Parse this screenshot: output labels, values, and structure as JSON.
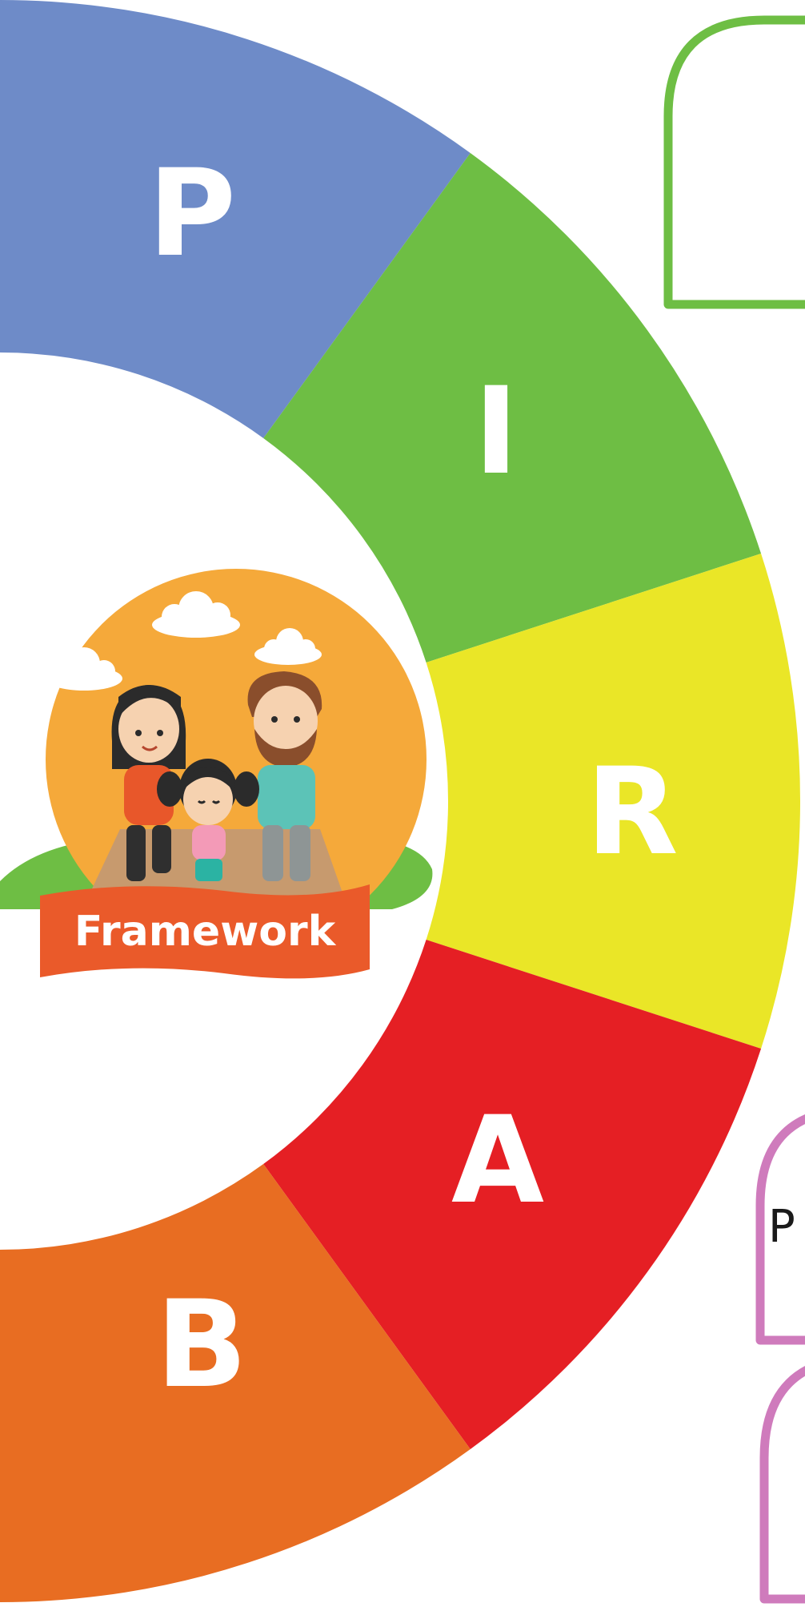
{
  "wheel": {
    "segments": [
      {
        "letter": "P",
        "color": "#6E8BC8"
      },
      {
        "letter": "I",
        "color": "#6EBE44"
      },
      {
        "letter": "R",
        "color": "#EAE627"
      },
      {
        "letter": "A",
        "color": "#E51F24"
      },
      {
        "letter": "B",
        "color": "#E86D22"
      }
    ]
  },
  "badge": {
    "label": "Framework",
    "sky_color": "#F5A93A",
    "ribbon_color": "#EA5A2A",
    "grass_color": "#6EBE44"
  },
  "cards": [
    {
      "text": "",
      "border_color": "#6EBE44"
    },
    {
      "text": "P",
      "border_color": "#CF7BBC"
    },
    {
      "text": "",
      "border_color": "#CF7BBC"
    }
  ]
}
